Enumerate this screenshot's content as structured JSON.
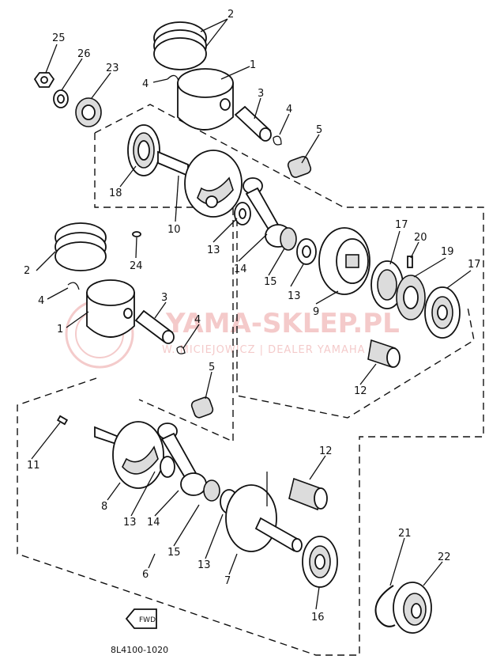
{
  "diagram": {
    "drawing_code": "8L4100-1020",
    "fwd_label": "FWD",
    "watermark": {
      "main": "YAMA-SKLEP.PL",
      "sub": "W. MICIEJOWICZ | DEALER YAMAHA"
    },
    "callouts": [
      {
        "num": "25"
      },
      {
        "num": "26"
      },
      {
        "num": "23"
      },
      {
        "num": "2"
      },
      {
        "num": "1"
      },
      {
        "num": "4"
      },
      {
        "num": "3"
      },
      {
        "num": "4"
      },
      {
        "num": "5"
      },
      {
        "num": "18"
      },
      {
        "num": "10"
      },
      {
        "num": "13"
      },
      {
        "num": "14"
      },
      {
        "num": "24"
      },
      {
        "num": "17"
      },
      {
        "num": "20"
      },
      {
        "num": "19"
      },
      {
        "num": "17"
      },
      {
        "num": "15"
      },
      {
        "num": "13"
      },
      {
        "num": "9"
      },
      {
        "num": "2"
      },
      {
        "num": "4"
      },
      {
        "num": "3"
      },
      {
        "num": "1"
      },
      {
        "num": "4"
      },
      {
        "num": "12"
      },
      {
        "num": "5"
      },
      {
        "num": "11"
      },
      {
        "num": "8"
      },
      {
        "num": "13"
      },
      {
        "num": "14"
      },
      {
        "num": "15"
      },
      {
        "num": "12"
      },
      {
        "num": "13"
      },
      {
        "num": "6"
      },
      {
        "num": "7"
      },
      {
        "num": "16"
      },
      {
        "num": "21"
      },
      {
        "num": "22"
      }
    ]
  }
}
